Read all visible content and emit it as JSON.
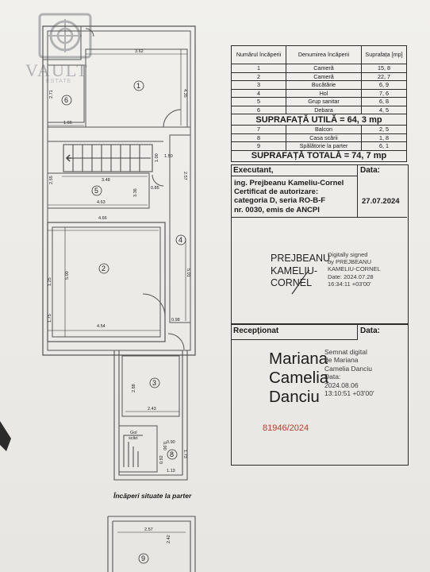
{
  "logo": {
    "brand": "VAULT",
    "sub": "ESTATE"
  },
  "rooms_table": {
    "headers": [
      "Numărul încăperii",
      "Denumirea încăperii",
      "Suprafața [mp]"
    ],
    "rows_main": [
      {
        "no": "1",
        "name": "Cameră",
        "area": "15, 8"
      },
      {
        "no": "2",
        "name": "Cameră",
        "area": "22, 7"
      },
      {
        "no": "3",
        "name": "Bucătărie",
        "area": "6, 9"
      },
      {
        "no": "4",
        "name": "Hol",
        "area": "7, 6"
      },
      {
        "no": "5",
        "name": "Grup sanitar",
        "area": "6, 8"
      },
      {
        "no": "6",
        "name": "Debara",
        "area": "4, 5"
      }
    ],
    "useful_total": "SUPRAFAȚĂ UTILĂ = 64, 3 mp",
    "rows_extra": [
      {
        "no": "7",
        "name": "Balcon",
        "area": "2, 5"
      },
      {
        "no": "8",
        "name": "Casa scării",
        "area": "1, 8"
      },
      {
        "no": "9",
        "name": "Spălătorie la parter",
        "area": "6, 1"
      }
    ],
    "grand_total": "SUPRAFAȚĂ TOTALĂ = 74, 7 mp"
  },
  "executant": {
    "label": "Executant,",
    "date_label": "Data:",
    "lines": [
      "ing. Prejbeanu Kameliu-Cornel",
      "Certificat de autorizare:",
      "categoria D, seria RO-B-F",
      "nr. 0030, emis de ANCPI"
    ],
    "date": "27.07.2024",
    "sig_name": [
      "PREJBEANU",
      "KAMELIU-",
      "CORNEL"
    ],
    "sig_note": [
      "Digitally signed",
      "by PREJBEANU",
      "KAMELIU-CORNEL",
      "Date: 2024.07.28",
      "16:34:11 +03'00'"
    ]
  },
  "receptionat": {
    "label": "Recepționat",
    "date_label": "Data:",
    "sig_name": [
      "Mariana",
      "Camelia",
      "Danciu"
    ],
    "sig_note": [
      "Semnat digital",
      "de Mariana",
      "Camelia Danciu",
      "Data:",
      "2024.08.06",
      "13:10:51 +03'00'"
    ],
    "reg_no": "81946/2024"
  },
  "plan": {
    "caption": "Încăperi situate la parter",
    "room_numbers": [
      "1",
      "2",
      "3",
      "4",
      "5",
      "6",
      "8",
      "9"
    ],
    "dims": {
      "d362": "3.62",
      "d435": "4.35",
      "d271": "2.71",
      "d166": "1.66",
      "d150": "1.50",
      "d100": "1.00",
      "d255": "2.55",
      "d348": "3.48",
      "d336": "3.36",
      "d085": "0.85",
      "d257": "2.57",
      "d463": "4.63",
      "d466": "4.66",
      "d500": "5.00",
      "d501": "5.01",
      "d125": "1.25",
      "d175": "1.75",
      "d454": "4.54",
      "d098": "0.98",
      "d288": "2.88",
      "d243": "2.43",
      "d090": "0.90",
      "d092": "0.92",
      "d173": "1.73",
      "d113": "1.13",
      "d257b": "2.57",
      "d242": "2.42"
    },
    "gol_label": [
      "Gol",
      "scări"
    ]
  },
  "colors": {
    "ink": "#1a1a1a",
    "reg": "#c0392b",
    "wall": "#6b6b6b"
  }
}
